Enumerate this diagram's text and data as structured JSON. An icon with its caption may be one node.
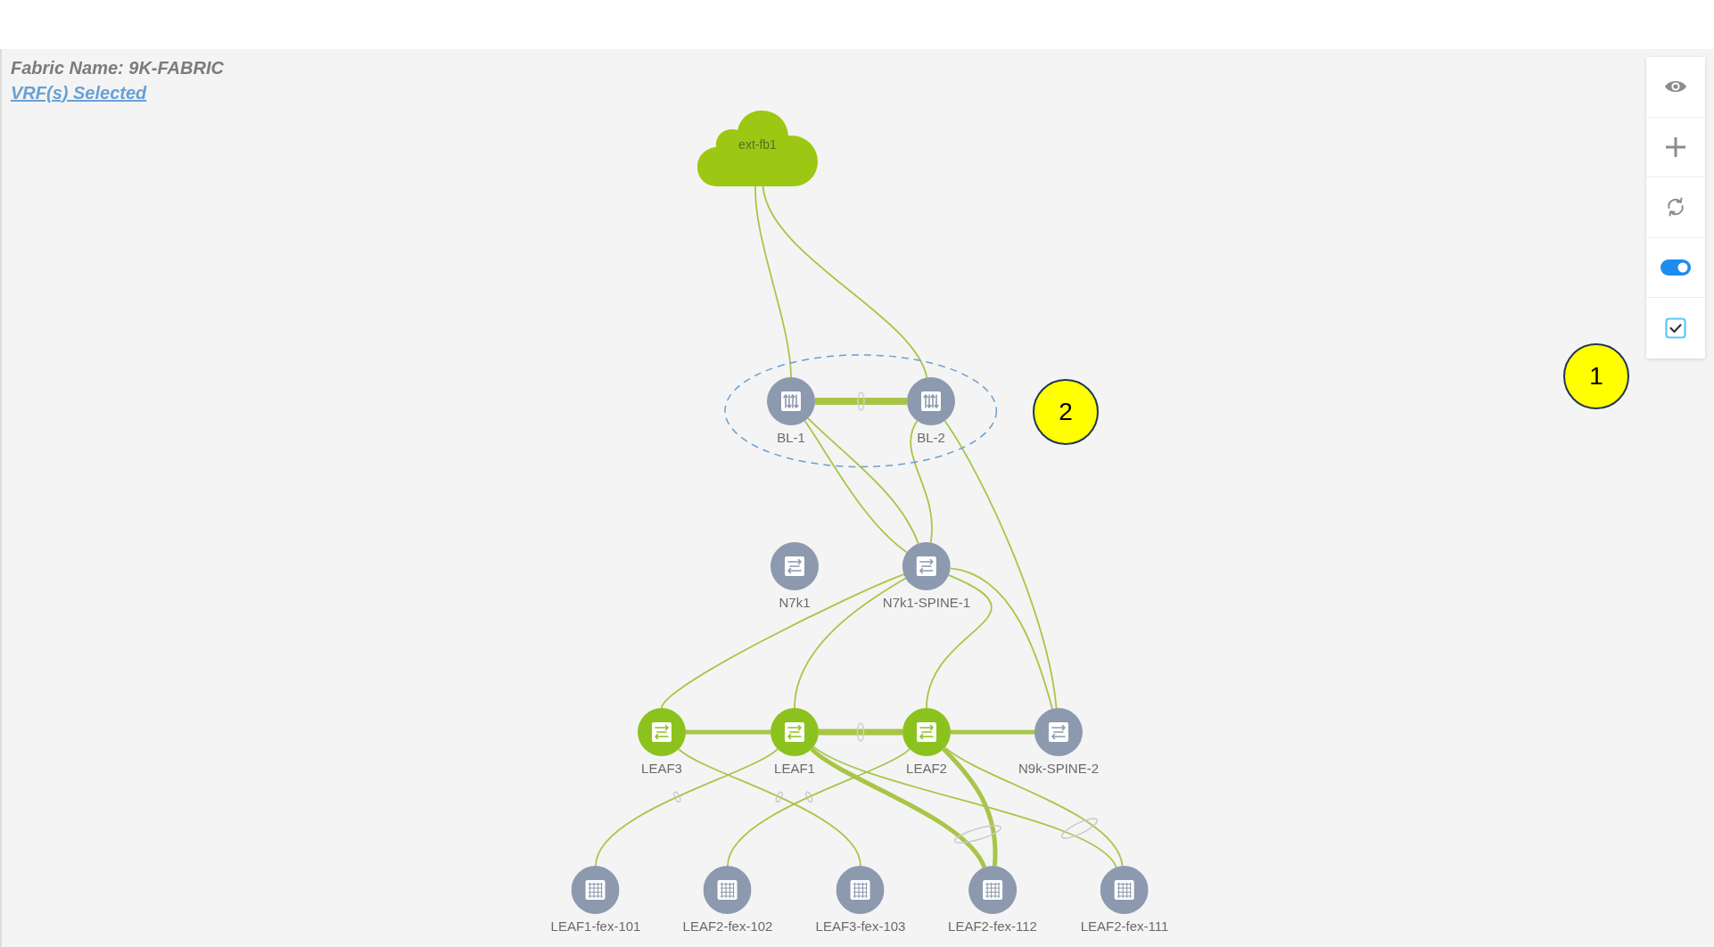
{
  "diagram": {
    "nodes": [
      {
        "text": [
          "ext-fb1"
        ]
      },
      {
        "text": [],
        "shape": "ellipse"
      },
      {
        "text": [
          "BL-1"
        ],
        "in": 1
      },
      {
        "text": [
          "BL-2"
        ],
        "in": 1
      },
      {
        "text": [
          "N7k1"
        ]
      },
      {
        "text": [
          "N7k1-SPINE-1"
        ]
      },
      {
        "text": [
          "LEAF3"
        ]
      },
      {
        "text": [
          "LEAF1"
        ]
      },
      {
        "text": [
          "LEAF2"
        ]
      },
      {
        "text": [
          "N9k-SPINE-2"
        ]
      },
      {
        "text": [
          "LEAF1-fex-101"
        ]
      },
      {
        "text": [
          "LEAF2-fex-102"
        ]
      },
      {
        "text": [
          "LEAF3-fex-103"
        ]
      },
      {
        "text": [
          "LEAF2-fex-112"
        ]
      },
      {
        "text": [
          "LEAF2-fex-111"
        ]
      }
    ],
    "edges": [
      {
        "from": 0,
        "to": 2,
        "arrow": "none"
      },
      {
        "from": 0,
        "to": 3,
        "arrow": "none"
      },
      {
        "from": 2,
        "to": 3,
        "arrow": "none",
        "style": "thick"
      },
      {
        "from": 2,
        "to": 5,
        "arrow": "none"
      },
      {
        "from": 2,
        "to": 5,
        "arrow": "none"
      },
      {
        "from": 3,
        "to": 5,
        "arrow": "none"
      },
      {
        "from": 3,
        "to": 9,
        "arrow": "none"
      },
      {
        "from": 5,
        "to": 9,
        "arrow": "none"
      },
      {
        "from": 5,
        "to": 6,
        "arrow": "none"
      },
      {
        "from": 5,
        "to": 7,
        "arrow": "none"
      },
      {
        "from": 5,
        "to": 8,
        "arrow": "none"
      },
      {
        "from": 6,
        "to": 7,
        "arrow": "none",
        "style": "thick"
      },
      {
        "from": 7,
        "to": 8,
        "arrow": "none",
        "style": "thick"
      },
      {
        "from": 8,
        "to": 9,
        "arrow": "none",
        "style": "thick"
      },
      {
        "from": 6,
        "to": 12,
        "arrow": "none"
      },
      {
        "from": 7,
        "to": 10,
        "arrow": "none"
      },
      {
        "from": 7,
        "to": 13,
        "arrow": "none",
        "style": "thick"
      },
      {
        "from": 7,
        "to": 14,
        "arrow": "none"
      },
      {
        "from": 8,
        "to": 11,
        "arrow": "none"
      },
      {
        "from": 8,
        "to": 13,
        "arrow": "none",
        "style": "thick"
      },
      {
        "from": 8,
        "to": 14,
        "arrow": "none"
      }
    ],
    "labels": [
      "Fabric Name: 9K-FABRIC",
      "VRF(s) Selected",
      "1",
      "2"
    ]
  }
}
